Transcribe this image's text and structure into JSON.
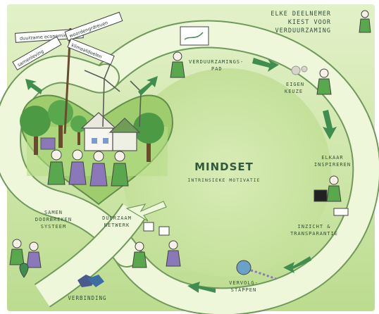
{
  "header_note": [
    "ELKE DEELNEMER",
    "KIEST VOOR",
    "VERDUURZAMING"
  ],
  "center": {
    "title": "MINDSET",
    "subtitle": "INTRINSIEKE MOTIVATIE"
  },
  "signpost": [
    "duurzame economie",
    "woordengrdreuen",
    "samenleving",
    "klimaatdoelen"
  ],
  "steps": {
    "path": [
      "VERDUURZAMINGS-",
      "PAD"
    ],
    "choice": [
      "EIGEN",
      "KEUZE"
    ],
    "inspire": [
      "ELKAAR",
      "INSPIREREN"
    ],
    "insight": [
      "INZICHT &",
      "TRANSPARANTIE"
    ],
    "next": [
      "VERVOLG-",
      "STAPPEN"
    ],
    "network": [
      "DUURZAAM",
      "NETWERK"
    ],
    "system": [
      "SAMEN",
      "DOORBREKEN",
      "SYSTEEM"
    ]
  },
  "connection": "VERBINDING",
  "colors": {
    "background": "#cfe6a7",
    "ribbon": "#e9f4cf",
    "ribbon_edge": "#6f9a5c",
    "arrow": "#3f8e4f",
    "purple": "#8a78b8",
    "tree": "#4d9a45"
  }
}
